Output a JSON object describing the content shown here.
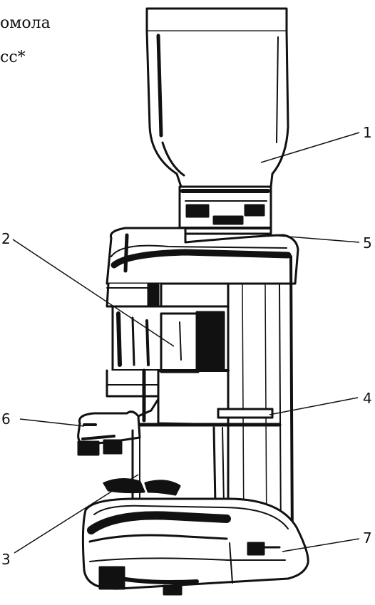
{
  "text_fragments": [
    "омола",
    "сс*"
  ],
  "callouts": [
    "1",
    "2",
    "3",
    "4",
    "5",
    "6",
    "7"
  ],
  "colors": {
    "ink": "#111111",
    "paper": "#ffffff"
  }
}
